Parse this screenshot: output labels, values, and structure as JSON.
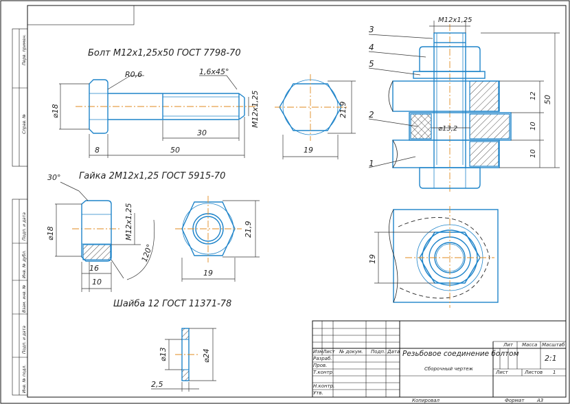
{
  "titles": {
    "bolt": "Болт М12х1,25х50 ГОСТ 7798-70",
    "nut": "Гайка 2М12х1,25 ГОСТ 5915-70",
    "washer": "Шайба 12 ГОСТ 11371-78"
  },
  "dims": {
    "bolt_radius": "R0,6",
    "bolt_chamfer": "1,6х45°",
    "bolt_head_dia": "⌀18",
    "bolt_thread": "М12х1,25",
    "bolt_thread_len": "30",
    "bolt_head_h": "8",
    "bolt_len": "50",
    "bolt_across_corners": "21,9",
    "bolt_across_flats": "19",
    "nut_angle": "30°",
    "nut_dia": "⌀18",
    "nut_thread": "М12х1,25",
    "nut_h1": "16",
    "nut_h2": "10",
    "nut_cone": "120°",
    "nut_across_corners": "21,9",
    "nut_across_flats": "19",
    "washer_d1": "⌀13",
    "washer_d2": "⌀24",
    "washer_t": "2,5",
    "asm_thread": "М12х1,25",
    "asm_hole": "⌀13,2",
    "asm_12": "12",
    "asm_10a": "10",
    "asm_10b": "10",
    "asm_50": "50",
    "asm_19": "19"
  },
  "callouts": [
    "3",
    "4",
    "5",
    "2",
    "1"
  ],
  "side_stamp": {
    "perv": "Перв. примен.",
    "sprav": "Справ. №",
    "podp1": "Подп. и дата",
    "inv_dubl": "Инв. № дубл.",
    "vzam": "Взам. инв. №",
    "podp2": "Подп. и дата",
    "inv_podl": "Инв. № подл."
  },
  "title_block": {
    "name": "Резьбовое соединение болтом",
    "doc_type": "Сборочный чертеж",
    "lit": "Лит",
    "mass": "Масса",
    "scale": "Масштаб",
    "scale_value": "2:1",
    "sheet": "Лист",
    "sheets": "Листов",
    "sheets_count": "1",
    "izm": "Изм",
    "list": "Лист",
    "ndoc": "№ докум.",
    "podp": "Подп.",
    "data": "Дата",
    "razrab": "Разраб.",
    "prov": "Пров.",
    "tkontr": "Т.контр.",
    "nkontr": "Н.контр.",
    "utv": "Утв.",
    "kopiroval": "Копировал",
    "format": "Формат",
    "format_value": "А3"
  }
}
